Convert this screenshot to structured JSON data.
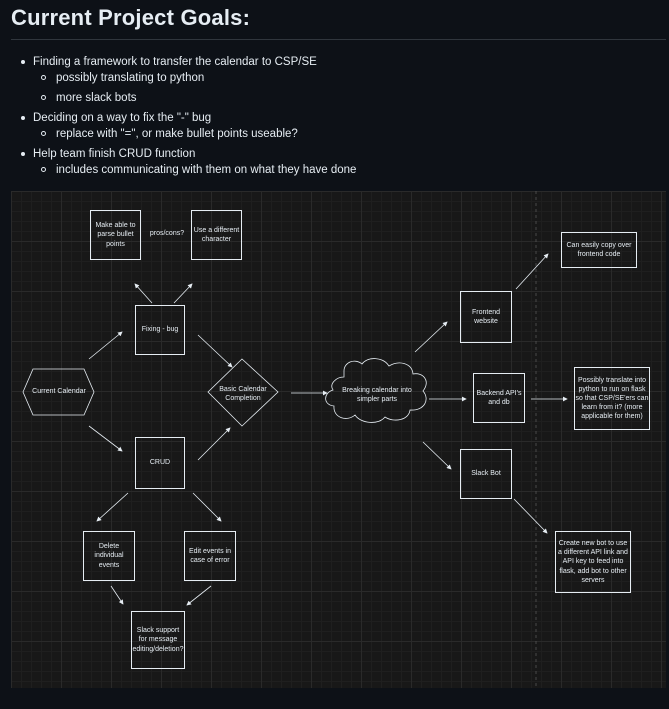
{
  "page": {
    "title": "Current Project Goals:",
    "bullets": [
      {
        "text": "Finding a framework to transfer the calendar to CSP/SE",
        "sub": [
          "possibly translating to python",
          "more slack bots"
        ]
      },
      {
        "text": "Deciding on a way to fix the \"-\" bug",
        "sub": [
          "replace with \"=\", or make bullet points useable?"
        ]
      },
      {
        "text": "Help team finish CRUD function",
        "sub": [
          "includes communicating with them on what they have done"
        ]
      }
    ]
  },
  "diagram": {
    "nodes": {
      "parse_bullets": "Make able to parse bullet points",
      "pros_cons": "pros/cons?",
      "diff_char": "Use a different character",
      "fixing_bug": "Fixing - bug",
      "current_calendar": "Current Calendar",
      "crud": "CRUD",
      "basic_completion": "Basic Calendar Completion",
      "breaking": "Breaking calendar into simpler parts",
      "frontend": "Frontend website",
      "backend": "Backend API's and db",
      "slack_bot": "Slack Bot",
      "copy_frontend": "Can easily copy over frontend code",
      "translate_python": "Possibly translate into python to run on flask so that CSP/SE'ers can learn from it? (more applicable for them)",
      "new_bot": "Create new bot to use a different API link and API key to feed into flask, add bot to other servers",
      "delete_events": "Delete individual events",
      "edit_events": "Edit events in case of error",
      "slack_support": "Slack support for message editing/deletion?"
    }
  }
}
